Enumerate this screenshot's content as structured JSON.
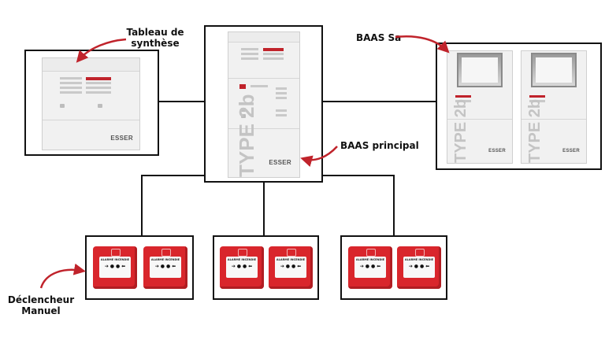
{
  "labels": {
    "tableau": "Tableau de\nsynthèse",
    "baas_sa": "BAAS Sa",
    "baas_principal": "BAAS principal",
    "declencheur": "Déclencheur\nManuel"
  },
  "devices": {
    "brand": "ESSER",
    "type_text": "TYPE 2b",
    "callpoint_text": "ALARME INCENDIE",
    "callpoint_arrows": "➔ ● ● ⬅"
  },
  "colors": {
    "callpoint_red": "#d9262c",
    "arrow_red": "#c0232b",
    "indicator_red": "#c0232b"
  }
}
